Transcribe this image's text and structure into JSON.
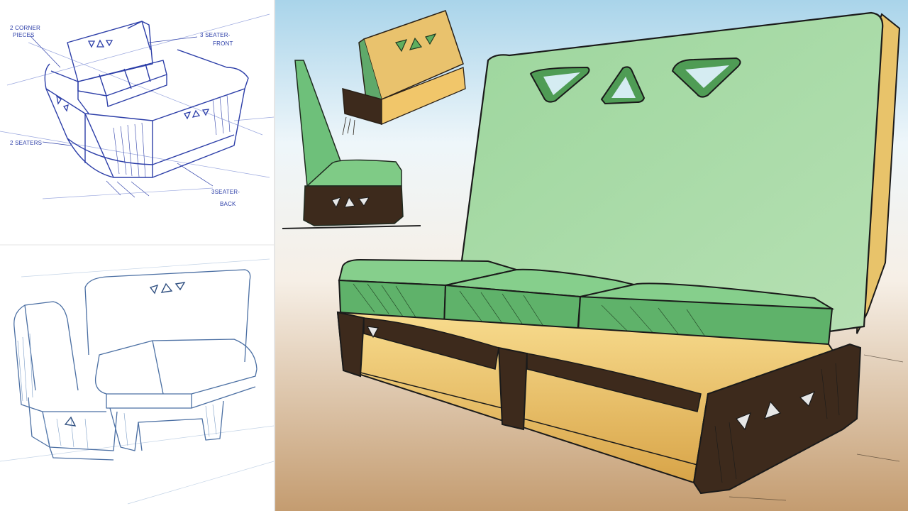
{
  "annotations": {
    "corner_pieces_line1": "2 CORNER",
    "corner_pieces_line2": "PIECES",
    "three_seater_front_line1": "3 SEATER-",
    "three_seater_front_line2": "FRONT",
    "two_seaters": "2 SEATERS",
    "three_seater_back_line1": "3SEATER-",
    "three_seater_back_line2": "BACK"
  },
  "colors": {
    "ink_blue": "#2c3ea8",
    "ink_light_blue": "#7a9cc6",
    "cushion_green": "#7ccb86",
    "back_green": "#a8dba7",
    "wood_dark": "#3d2a1c",
    "wood_light": "#f1c66a",
    "sky": "#b7dcef",
    "floor": "#caa67a"
  },
  "icons": [
    "triangle-cutout-icon"
  ]
}
